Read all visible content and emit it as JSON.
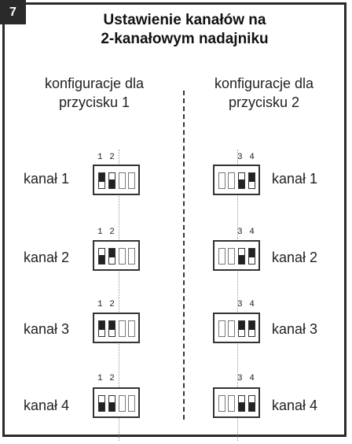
{
  "badge": "7",
  "title": {
    "line1": "Ustawienie kanałów na",
    "line2": "2-kanałowym nadajniku"
  },
  "left": {
    "head1": "konfiguracje dla",
    "head2": "przycisku 1",
    "numbers": "1 2"
  },
  "right": {
    "head1": "konfiguracje dla",
    "head2": "przycisku 2",
    "numbers": "3 4"
  },
  "channels": [
    "kanał 1",
    "kanał 2",
    "kanał 3",
    "kanał 4"
  ]
}
